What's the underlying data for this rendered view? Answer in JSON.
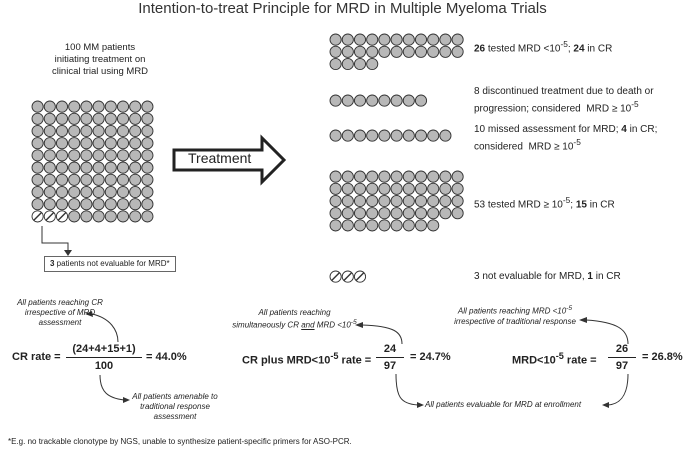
{
  "title": "Intention-to-treat Principle for MRD in Multiple Myeloma Trials",
  "left_caption": [
    "100 MM patients",
    "initiating treatment on",
    "clinical trial using MRD"
  ],
  "treatment_label": "Treatment",
  "not_evaluable_box": {
    "count": "3",
    "text": " patients not evaluable for MRD*"
  },
  "groups": [
    {
      "count": 26,
      "hatched": false,
      "desc_html": "<b>26</b> tested MRD &lt;10<sup>-5</sup>; <b>24</b> in CR"
    },
    {
      "count": 8,
      "hatched": false,
      "desc_html": "8 discontinued treatment due to death or<br>progression; considered&nbsp; MRD ≥ 10<sup>-5</sup>"
    },
    {
      "count": 10,
      "hatched": false,
      "desc_html": "10 missed assessment for MRD; <b>4</b> in CR;<br>considered&nbsp; MRD ≥ 10<sup>-5</sup>"
    },
    {
      "count": 53,
      "hatched": false,
      "desc_html": "53 tested MRD ≥ 10<sup>-5</sup>; <b>15</b> in CR"
    },
    {
      "count": 3,
      "hatched": true,
      "desc_html": "3 not evaluable for MRD, <b>1</b> in CR"
    }
  ],
  "cr_rate": {
    "label": "CR rate =",
    "numerator": "(24+4+15+1)",
    "denominator": "100",
    "result": "= 44.0%",
    "note_top": [
      "All patients reaching CR",
      "irrespective of MRD",
      "assessment"
    ],
    "note_bottom": [
      "All patients amenable to",
      "traditional response",
      "assessment"
    ]
  },
  "cr_mrd_rate": {
    "label_html": "CR plus MRD&lt;10<sup>-5</sup> rate =",
    "numerator": "24",
    "denominator": "97",
    "result": "= 24.7%",
    "note_top_html": "All patients reaching<br>simultaneously CR <u>and</u> MRD &lt;10<sup>-5</sup>"
  },
  "mrd_rate": {
    "label_html": "MRD&lt;10<sup>-5</sup> rate =",
    "numerator": "26",
    "denominator": "97",
    "result": "= 26.8%",
    "note_top_html": "All patients reaching MRD &lt;10<sup>-5</sup><br>irrespective of traditional response"
  },
  "shared_note": "All patients evaluable for MRD at enrollment",
  "footnote": "*E.g. no trackable clonotype by NGS, unable to synthesize patient-specific primers for ASO-PCR.",
  "colors": {
    "circle_fill": "#b8b8b8",
    "circle_stroke": "#333333",
    "text": "#222222"
  }
}
